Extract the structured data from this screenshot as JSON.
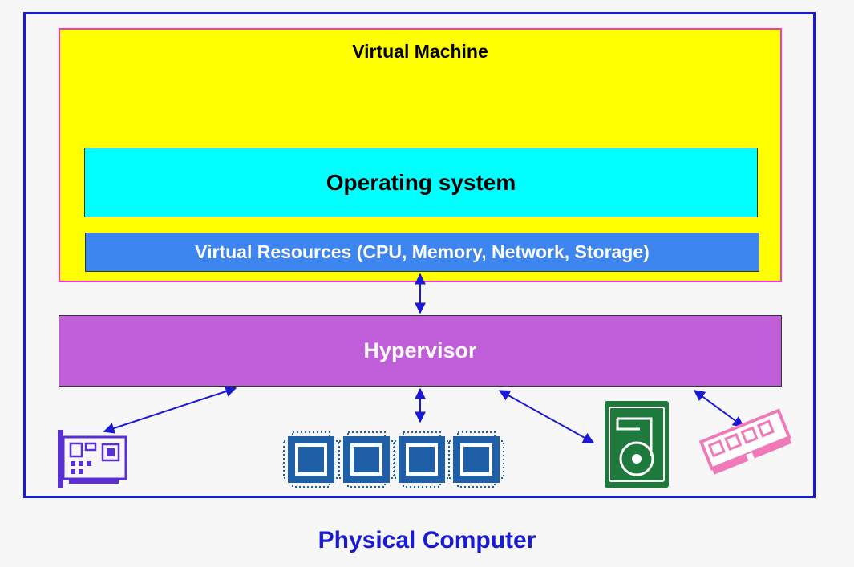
{
  "diagram": {
    "outer_label": "Physical Computer",
    "virtual_machine": {
      "title": "Virtual Machine",
      "operating_system": "Operating system",
      "virtual_resources": "Virtual Resources (CPU, Memory, Network, Storage)"
    },
    "hypervisor": "Hypervisor",
    "hardware_icons": [
      "network-card-icon",
      "cpu-chip-icon",
      "hard-drive-icon",
      "ram-module-icon"
    ],
    "colors": {
      "frame": "#1a1ad6",
      "vm_fill": "#ffff00",
      "vm_border": "#ff33cc",
      "os_fill": "#00ffff",
      "resources_fill": "#3d86ef",
      "hypervisor_fill": "#c05ed9",
      "arrow": "#1a1ad6",
      "network_card": "#5a2fd6",
      "cpu": "#1f5fa8",
      "hard_drive": "#1e7a3c",
      "ram": "#f07ab8"
    }
  }
}
